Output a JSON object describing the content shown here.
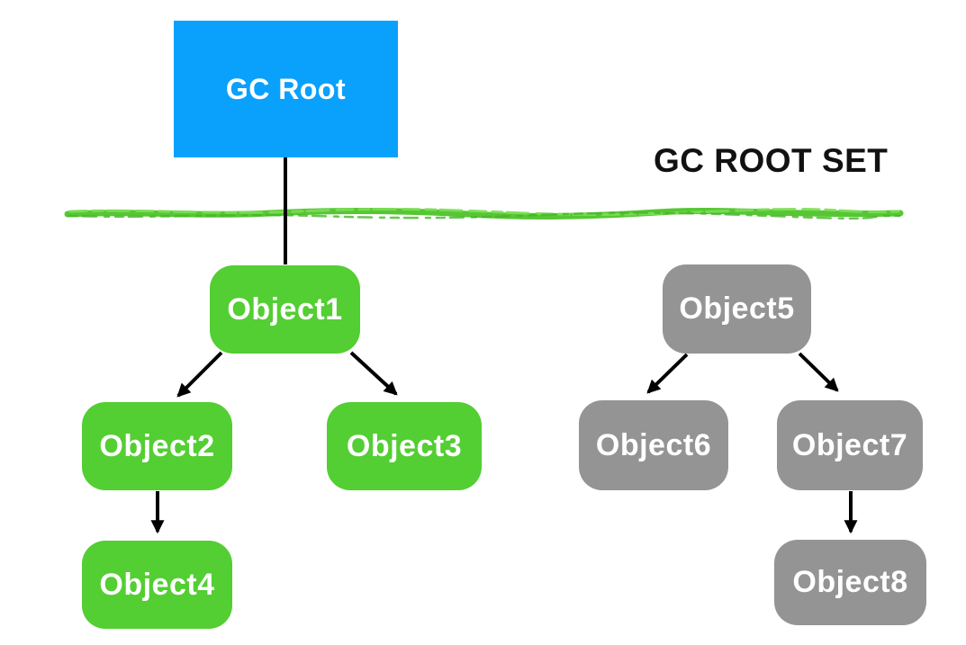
{
  "heading": {
    "label": "GC ROOT SET"
  },
  "colors": {
    "root_blue": "#0AA1FC",
    "reachable_green": "#53CE33",
    "unreachable_gray": "#949494",
    "divider_green": "#56C733",
    "edge_black": "#000000",
    "label_white": "#FFFFFF",
    "heading_black": "#111111"
  },
  "nodes": {
    "gc_root": {
      "label": "GC Root"
    },
    "object1": {
      "label": "Object1"
    },
    "object2": {
      "label": "Object2"
    },
    "object3": {
      "label": "Object3"
    },
    "object4": {
      "label": "Object4"
    },
    "object5": {
      "label": "Object5"
    },
    "object6": {
      "label": "Object6"
    },
    "object7": {
      "label": "Object7"
    },
    "object8": {
      "label": "Object8"
    }
  },
  "edges": [
    {
      "from": "gc_root",
      "to": "object1",
      "arrowhead": false
    },
    {
      "from": "object1",
      "to": "object2",
      "arrowhead": true
    },
    {
      "from": "object1",
      "to": "object3",
      "arrowhead": true
    },
    {
      "from": "object2",
      "to": "object4",
      "arrowhead": true
    },
    {
      "from": "object5",
      "to": "object6",
      "arrowhead": true
    },
    {
      "from": "object5",
      "to": "object7",
      "arrowhead": true
    },
    {
      "from": "object7",
      "to": "object8",
      "arrowhead": true
    }
  ]
}
